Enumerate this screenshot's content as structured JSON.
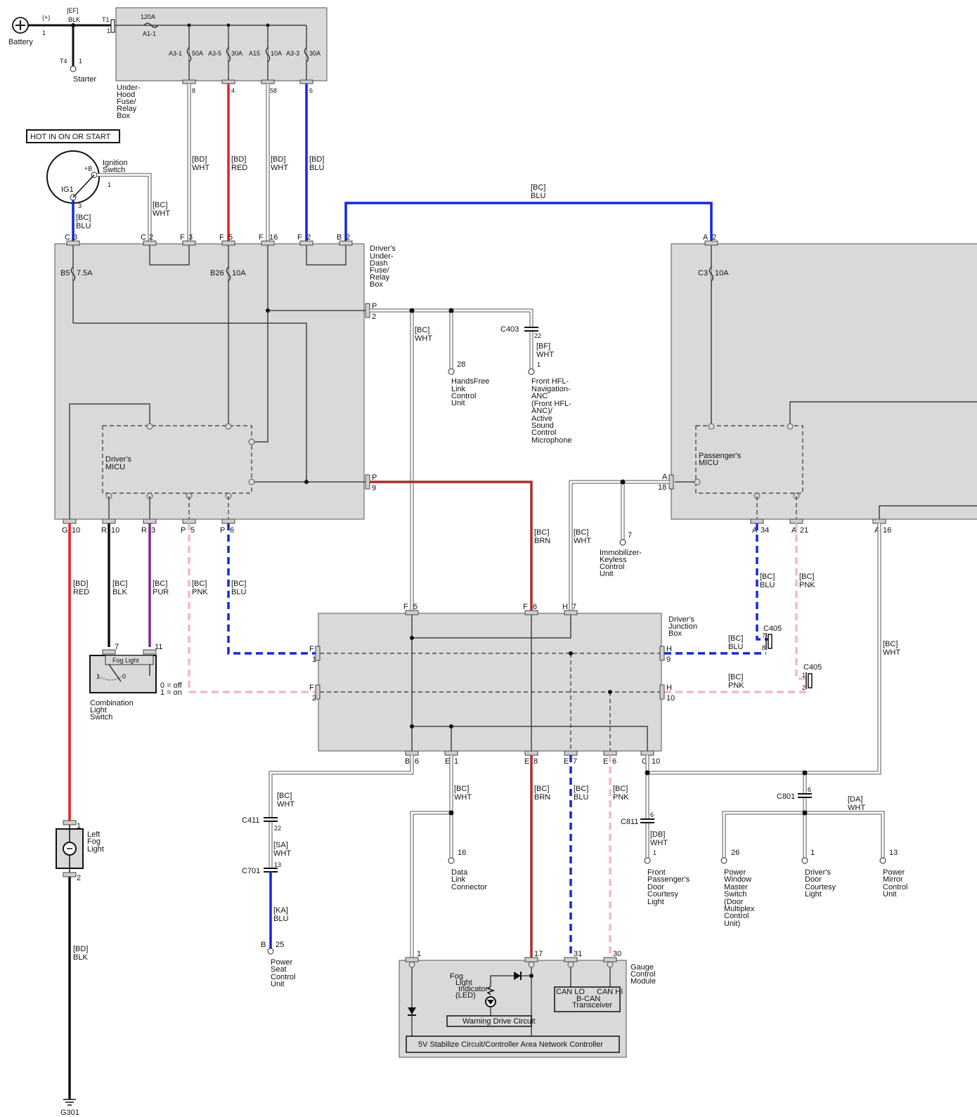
{
  "battery": {
    "label": "Battery",
    "polarity": "(+)",
    "pin": "1"
  },
  "starter": {
    "label": "Starter",
    "conn": "T4",
    "pin": "1"
  },
  "main_wire": {
    "code": "[EF]",
    "color": "BLK"
  },
  "underhood_box": {
    "label": [
      "Under-",
      "Hood",
      "Fuse/",
      "Relay",
      "Box"
    ],
    "input_conn": "T1",
    "input_pin": "1",
    "main_fuse": {
      "rating": "120A",
      "id": "A1-1"
    },
    "fuses": [
      {
        "id": "A3-1",
        "rating": "50A",
        "pin": "8"
      },
      {
        "id": "A3-5",
        "rating": "30A",
        "pin": "4"
      },
      {
        "id": "A15",
        "rating": "10A",
        "pin": "58"
      },
      {
        "id": "A3-3",
        "rating": "30A",
        "pin": "6"
      }
    ]
  },
  "hot_label": "HOT IN ON OR START",
  "ignition": {
    "label": [
      "Ignition",
      "Switch"
    ],
    "b_term": "+B",
    "ig_term": "IG1",
    "pin1": "1",
    "pin3": "3"
  },
  "wires": {
    "bd_wht": [
      "[BD]",
      "WHT"
    ],
    "bd_red": [
      "[BD]",
      "RED"
    ],
    "bd_blu": [
      "[BD]",
      "BLU"
    ],
    "bc_blu": [
      "[BC]",
      "BLU"
    ],
    "bc_wht": [
      "[BC]",
      "WHT"
    ],
    "bc_brn": [
      "[BC]",
      "BRN"
    ],
    "bc_blk": [
      "[BC]",
      "BLK"
    ],
    "bc_pur": [
      "[BC]",
      "PUR"
    ],
    "bc_pnk": [
      "[BC]",
      "PNK"
    ],
    "bd_blk": [
      "[BD]",
      "BLK"
    ],
    "bf_wht": [
      "[BF]",
      "WHT"
    ],
    "sa_wht": [
      "[SA]",
      "WHT"
    ],
    "ka_blu": [
      "[KA]",
      "BLU"
    ],
    "db_wht": [
      "[DB]",
      "WHT"
    ],
    "da_wht": [
      "[DA]",
      "WHT"
    ]
  },
  "drivers_box": {
    "label": [
      "Driver's",
      "Under-",
      "Dash",
      "Fuse/",
      "Relay",
      "Box"
    ],
    "micu": [
      "Driver's",
      "MICU"
    ],
    "fuse_b5": {
      "id": "B5",
      "rating": "7.5A"
    },
    "fuse_b26": {
      "id": "B26",
      "rating": "10A"
    },
    "top_pins": [
      [
        "C",
        "3"
      ],
      [
        "C",
        "2"
      ],
      [
        "F",
        "3"
      ],
      [
        "F",
        "5"
      ],
      [
        "F",
        "16"
      ],
      [
        "F",
        "2"
      ],
      [
        "B",
        "2"
      ]
    ],
    "side_pins": [
      [
        "P",
        "2"
      ],
      [
        "P",
        "9"
      ]
    ],
    "bottom_pins": [
      [
        "G",
        "10"
      ],
      [
        "R",
        "10"
      ],
      [
        "R",
        "3"
      ],
      [
        "P",
        "5"
      ],
      [
        "P",
        "6"
      ]
    ]
  },
  "passenger_box": {
    "micu": [
      "Passenger's",
      "MICU"
    ],
    "fuse_c3": {
      "id": "C3",
      "rating": "10A"
    },
    "top_pin": [
      "A",
      "2"
    ],
    "side_pin": [
      "A",
      "18"
    ],
    "bottom_pins": [
      [
        "A",
        "34"
      ],
      [
        "A",
        "21"
      ],
      [
        "A",
        "16"
      ]
    ]
  },
  "handsfree": {
    "pin": "28",
    "label": [
      "HandsFree",
      "Link",
      "Control",
      "Unit"
    ]
  },
  "c403": {
    "conn": "C403",
    "pin": "22",
    "end_pin": "1",
    "label": [
      "Front HFL-",
      "Navigation-",
      "ANC",
      "(Front HFL-",
      "ANC)/",
      "Active",
      "Sound",
      "Control",
      "Microphone"
    ]
  },
  "immobilizer": {
    "pin": "7",
    "label": [
      "Immobilizer-",
      "Keyless",
      "Control",
      "Unit"
    ]
  },
  "junction": {
    "label": [
      "Driver's",
      "Junction",
      "Box"
    ],
    "top_pins": [
      [
        "F",
        "5"
      ],
      [
        "F",
        "6"
      ],
      [
        "H",
        "7"
      ]
    ],
    "left_pins": [
      [
        "F",
        "1"
      ],
      [
        "F",
        "2"
      ]
    ],
    "right_pins": [
      [
        "H",
        "9"
      ],
      [
        "H",
        "10"
      ]
    ],
    "bottom_pins": [
      [
        "B",
        "6"
      ],
      [
        "E",
        "1"
      ],
      [
        "E",
        "8"
      ],
      [
        "E",
        "7"
      ],
      [
        "E",
        "6"
      ],
      [
        "G",
        "10"
      ]
    ]
  },
  "c405a": {
    "conn": "C405",
    "p1": "7",
    "p2": "8"
  },
  "c405b": {
    "conn": "C405",
    "p1": "1",
    "p2": "2"
  },
  "combo_switch": {
    "label": [
      "Combination",
      "Light",
      "Switch"
    ],
    "inner": "Fog Light",
    "pin_a": "7",
    "pin_b": "11",
    "legend": [
      "0 = off",
      "1 = on"
    ],
    "pos0": "0",
    "pos1": "1"
  },
  "fog_light": {
    "label": [
      "Left",
      "Fog",
      "Light"
    ],
    "pin1": "1",
    "pin2": "2"
  },
  "ground": {
    "label": "G301"
  },
  "c411": {
    "conn": "C411",
    "pin": "22"
  },
  "c701": {
    "conn": "C701",
    "pin": "13"
  },
  "power_seat": {
    "conn": "B",
    "pin": "25",
    "label": [
      "Power",
      "Seat",
      "Control",
      "Unit"
    ]
  },
  "dlc": {
    "pin": "16",
    "label": [
      "Data",
      "Link",
      "Connector"
    ]
  },
  "c811": {
    "conn": "C811",
    "pin": "6",
    "end_pin": "1",
    "label": [
      "Front",
      "Passenger's",
      "Door",
      "Courtesy",
      "Light"
    ]
  },
  "c801": {
    "conn": "C801",
    "pin": "6"
  },
  "power_window": {
    "pin": "26",
    "label": [
      "Power",
      "Window",
      "Master",
      "Switch",
      "(Door",
      "Multiplex",
      "Control",
      "Unit)"
    ]
  },
  "driver_courtesy": {
    "pin": "1",
    "label": [
      "Driver's",
      "Door",
      "Courtesy",
      "Light"
    ]
  },
  "power_mirror": {
    "pin": "13",
    "label": [
      "Power",
      "Mirror",
      "Control",
      "Unit"
    ]
  },
  "gauge": {
    "label": [
      "Gauge",
      "Control",
      "Module"
    ],
    "pins": [
      "1",
      "17",
      "31",
      "30"
    ],
    "fog_indicator": [
      "Fog",
      "Light",
      "Indicator",
      "(LED)"
    ],
    "warning": "Warning Drive Circuit",
    "can_lo": "CAN LO",
    "can_hi": "CAN HI",
    "transceiver": [
      "B-CAN",
      "Transceiver"
    ],
    "stabilize": "5V Stabilize Circuit/Controller Area Network Controller"
  },
  "colors": {
    "red": "#e8202a",
    "blue": "#1528d8",
    "brown": "#a82e2a",
    "purple": "#7a2a8a",
    "pink": "#f5b8c4",
    "black": "#111111",
    "white_wire": "#ffffff",
    "box": "#d9d9d9"
  }
}
